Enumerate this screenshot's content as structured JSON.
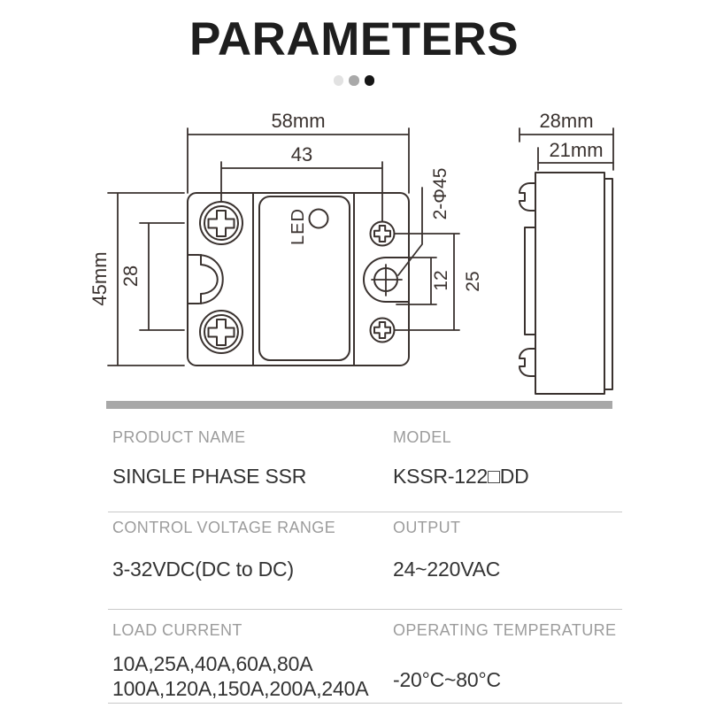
{
  "title": "PARAMETERS",
  "pagination": {
    "dots": [
      {
        "state": "inactive",
        "color": "#e2e2e2"
      },
      {
        "state": "inactive",
        "color": "#a9a9a9"
      },
      {
        "state": "active",
        "color": "#161616"
      }
    ]
  },
  "colors": {
    "drawing_line": "#3a322f",
    "table_label": "#9c9c9c",
    "table_value": "#333333",
    "divider_bar": "#a8a8a8",
    "divider_rule": "#c9c9c9"
  },
  "diagram": {
    "led_label": "LED",
    "front_view": {
      "overall_width": "58mm",
      "screw_span_horizontal": "43",
      "overall_height": "45mm",
      "screw_span_vertical": "28",
      "mount_hole_note": "2-Φ45",
      "slot_height": "12",
      "hole_spacing": "25"
    },
    "side_view": {
      "overall_depth": "28mm",
      "body_depth": "21mm"
    }
  },
  "table": {
    "rows": [
      {
        "left": {
          "label": "PRODUCT NAME",
          "value": "SINGLE PHASE SSR"
        },
        "right": {
          "label": "MODEL",
          "value": "KSSR-122□DD"
        }
      },
      {
        "left": {
          "label": "CONTROL VOLTAGE RANGE",
          "value": "3-32VDC(DC to DC)"
        },
        "right": {
          "label": "OUTPUT",
          "value": "24~220VAC"
        }
      },
      {
        "left": {
          "label": "LOAD CURRENT",
          "value_line1": "10A,25A,40A,60A,80A",
          "value_line2": "100A,120A,150A,200A,240A"
        },
        "right": {
          "label": "OPERATING TEMPERATURE",
          "value": "-20°C~80°C"
        }
      }
    ]
  }
}
